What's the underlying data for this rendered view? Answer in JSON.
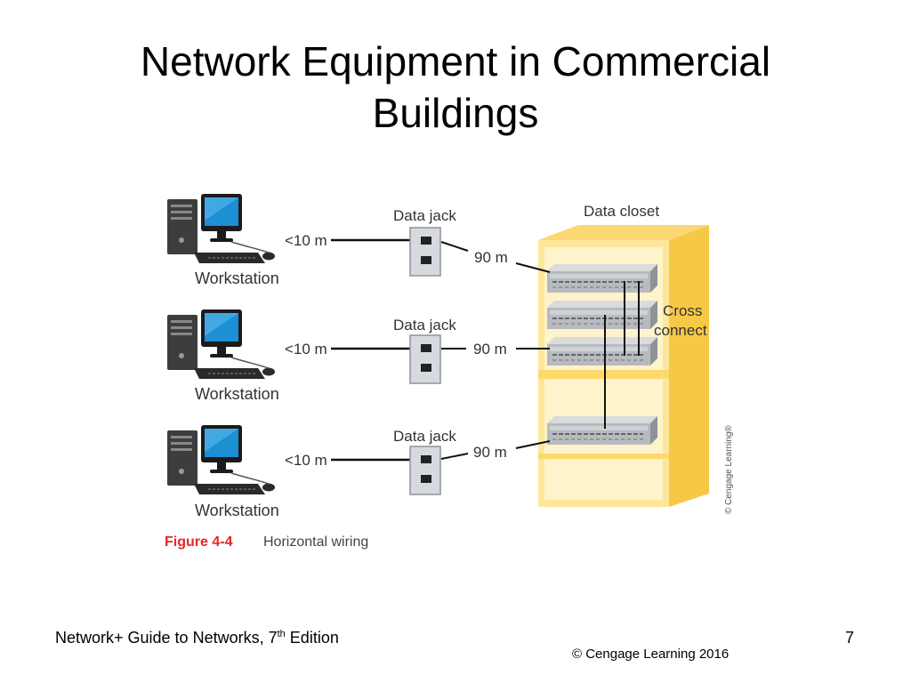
{
  "slide": {
    "title_line1": "Network Equipment in Commercial",
    "title_line2": "Buildings",
    "footer": {
      "book_prefix": "Network+ Guide to Networks, 7",
      "book_sup": "th",
      "book_suffix": " Edition",
      "copyright": "© Cengage Learning  2016",
      "page_number": "7"
    }
  },
  "figure": {
    "workstation_label": "Workstation",
    "jack_label": "Data jack",
    "workstation_cable_label": "<10 m",
    "jack_cable_label": "90 m",
    "closet_label": "Data closet",
    "cross_connect_line1": "Cross",
    "cross_connect_line2": "connect",
    "caption_number": "Figure 4-4",
    "caption_text": "Horizontal wiring",
    "credit": "© Cengage Learning®",
    "colors": {
      "caption_red": "#e8242a",
      "closet_yellow": "#fde79a",
      "closet_side": "#f7c846",
      "monitor_blue": "#1d8fd3"
    }
  }
}
